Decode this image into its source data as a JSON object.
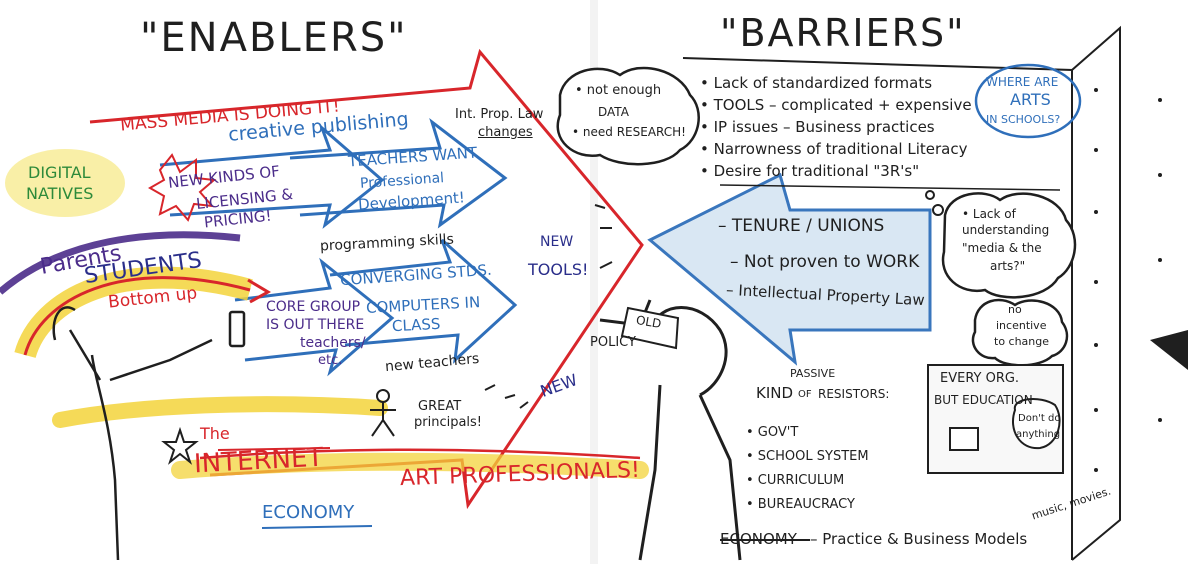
{
  "enablers": {
    "title": "\"ENABLERS\"",
    "mass_media": "MASS MEDIA IS DOING IT!",
    "creative_publishing": "creative publishing",
    "int_prop_law": "Int. Prop. Law",
    "changes": "changes",
    "digital": "DIGITAL",
    "natives": "NATIVES",
    "new_kinds": "NEW KINDS OF",
    "licensing": "LICENSING &",
    "pricing": "PRICING!",
    "teachers_want": "TEACHERS WANT",
    "professional": "Professional",
    "development": "Development!",
    "programming_skills": "programming skills",
    "parents": "Parents",
    "students": "STUDENTS",
    "bottom_up": "Bottom up",
    "converging": "CONVERGING STDS.",
    "new_tools_1": "NEW",
    "new_tools_2": "TOOLS!",
    "core_group_1": "CORE GROUP",
    "core_group_2": "IS OUT THERE",
    "core_group_3": "teachers/",
    "core_group_4": "etc.",
    "computers_1": "COMPUTERS IN",
    "computers_2": "CLASS",
    "new_teachers": "new teachers",
    "great": "GREAT",
    "principals": "principals!",
    "new_label": "NEW",
    "policy": "POLICY",
    "old": "OLD",
    "the": "The",
    "internet": "INTERNET",
    "economy": "ECONOMY",
    "art_professionals": "ART PROFESSIONALS!"
  },
  "barriers": {
    "title": "\"BARRIERS\"",
    "list": [
      "• Lack of standardized formats",
      "• TOOLS – complicated + expensive",
      "• IP issues – Business practices",
      "• Narrowness of traditional Literacy",
      "• Desire for traditional \"3R's\""
    ],
    "arts_bubble": [
      "WHERE ARE",
      "ARTS",
      "IN SCHOOLS?"
    ],
    "data_cloud": [
      "• not enough",
      "DATA",
      "• need RESEARCH!"
    ],
    "arrow_items": [
      "– TENURE / UNIONS",
      "– Not proven to WORK",
      "– Intellectual Property Law"
    ],
    "understanding_cloud": [
      "• Lack of",
      "understanding",
      "\"media & the",
      "arts?\""
    ],
    "incentive_cloud": [
      "no",
      "incentive",
      "to change"
    ],
    "passive_1": "PASSIVE",
    "passive_kind": "KIND",
    "passive_of": "OF",
    "passive_2": "RESISTORS:",
    "resistors": [
      "• GOV'T",
      "• SCHOOL SYSTEM",
      "• CURRICULUM",
      "• BUREAUCRACY"
    ],
    "every_org": "EVERY ORG.",
    "but_education": "BUT EDUCATION",
    "dont_do": "Don't do",
    "anything": "anything",
    "music_movies": "music, movies.",
    "economy_footer_1": "ECONOMY",
    "economy_footer_2": "– Practice & Business Models"
  },
  "colors": {
    "red": "#d8262b",
    "blue": "#2f6fba",
    "purple": "#4b2c8a",
    "green": "#2d8a3a",
    "yellow": "#f3d33b",
    "black": "#1f1f1f"
  }
}
